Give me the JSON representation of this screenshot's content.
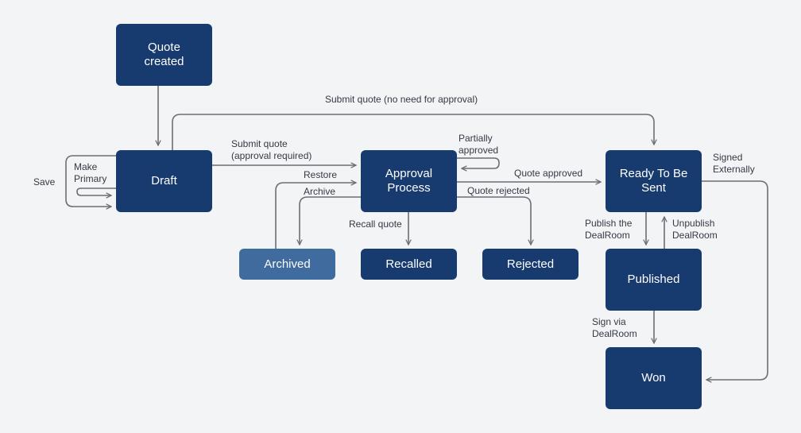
{
  "colors": {
    "node": "#173a6f",
    "node_light": "#3f6b9f",
    "edge": "#6b6f76",
    "background": "#f3f4f6"
  },
  "nodes": {
    "quote_created": "Quote\ncreated",
    "draft": "Draft",
    "approval_process": "Approval\nProcess",
    "ready_to_be_sent": "Ready To Be\nSent",
    "archived": "Archived",
    "recalled": "Recalled",
    "rejected": "Rejected",
    "published": "Published",
    "won": "Won"
  },
  "edge_labels": {
    "submit_no_approval": "Submit quote (no need for approval)",
    "submit_approval_required": "Submit quote\n(approval required)",
    "save": "Save",
    "make_primary": "Make\nPrimary",
    "restore": "Restore",
    "archive": "Archive",
    "partially_approved": "Partially\napproved",
    "quote_approved": "Quote approved",
    "quote_rejected": "Quote rejected",
    "recall_quote": "Recall quote",
    "signed_externally": "Signed\nExternally",
    "publish_dealroom": "Publish the\nDealRoom",
    "unpublish_dealroom": "Unpublish\nDealRoom",
    "sign_via_dealroom": "Sign via\nDealRoom"
  }
}
